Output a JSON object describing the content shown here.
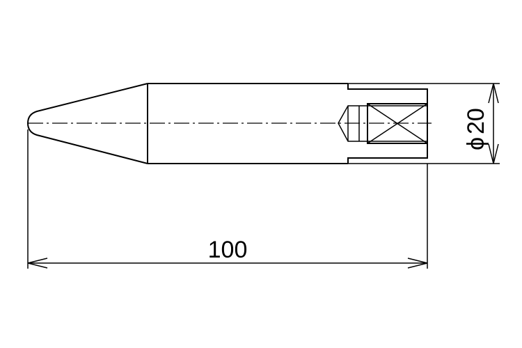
{
  "dimensions": {
    "length_label": "100",
    "diameter_symbol": "ϕ",
    "diameter_value": "20"
  },
  "colors": {
    "line": "#000000",
    "background": "#ffffff"
  }
}
